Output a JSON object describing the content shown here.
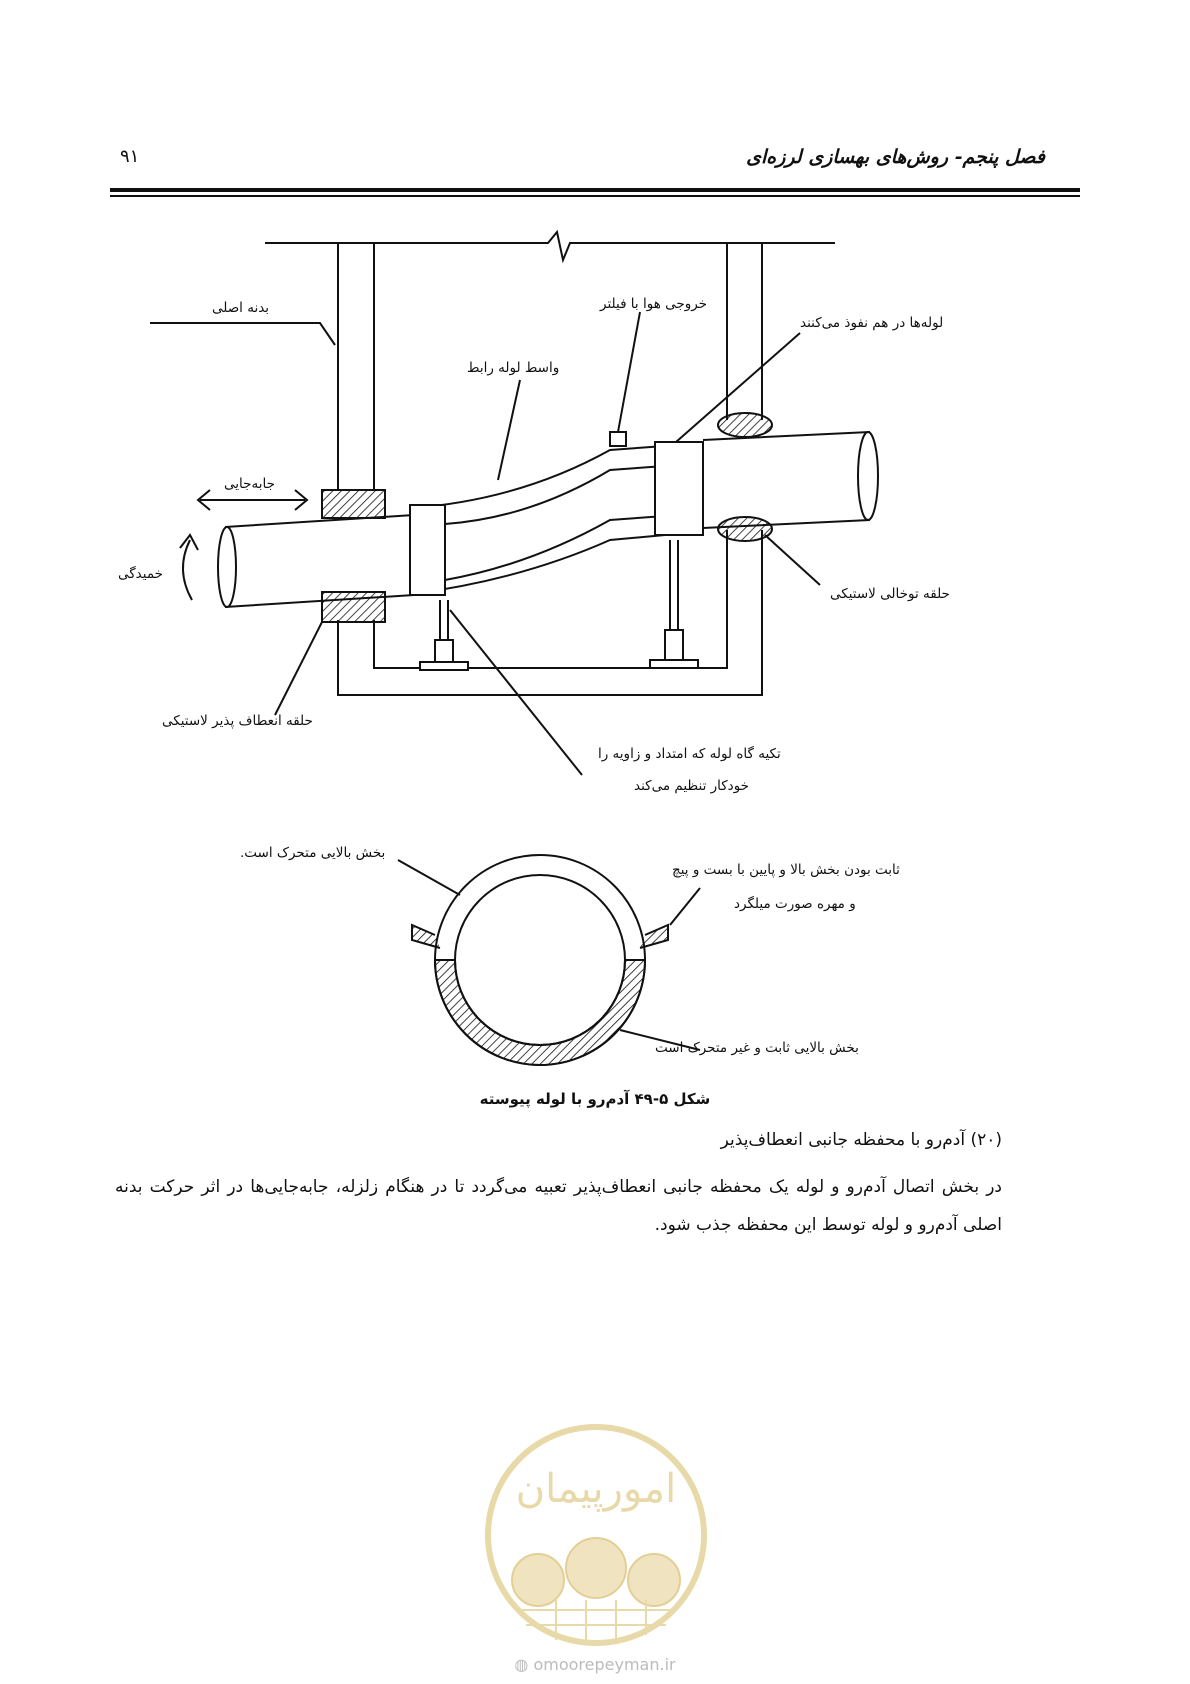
{
  "header": {
    "title": "فصل پنجم- روش‌های بهسازی لرزه‌ای",
    "page_number": "۹۱"
  },
  "figure": {
    "labels": {
      "main_body": "بدنه اصلی",
      "air_outlet": "خروجی هوا با فیلتر",
      "pipes_penetrate": "لوله‌ها در هم نفوذ می‌کنند",
      "coupling": "واسط لوله رابط",
      "displacement": "جابه‌جایی",
      "bending": "خمیدگی",
      "hollow_rubber_ring": "حلقه توخالی لاستیکی",
      "flexible_rubber_ring": "حلقه انعطاف پذیر لاستیکی",
      "support_line1": "تکیه گاه لوله که امتداد و زاویه را",
      "support_line2": "خودکار تنظیم می‌کند",
      "upper_movable": "بخش بالایی متحرک است.",
      "fixed_clamp_line1": "ثابت بودن بخش بالا و پایین با بست و پیچ",
      "fixed_clamp_line2": "و مهره صورت میلگرد",
      "upper_fixed": "بخش بالایی ثابت و غیر متحرک است"
    },
    "caption": "شکل ۵-۴۹ آدم‌رو با لوله پیوسته"
  },
  "body": {
    "item_heading": "(۲۰) آدم‌رو با محفظه جانبی انعطاف‌پذیر",
    "paragraph": "در بخش اتصال آدم‌رو و لوله یک محفظه جانبی انعطاف‌پذیر تعبیه می‌گردد تا در هنگام زلزله، جابه‌جایی‌ها در اثر حرکت بدنه اصلی آدم‌رو و لوله توسط این محفظه جذب شود."
  },
  "watermark": {
    "logo_text": "امورپیمان",
    "url": "omoorepeyman.ir"
  }
}
